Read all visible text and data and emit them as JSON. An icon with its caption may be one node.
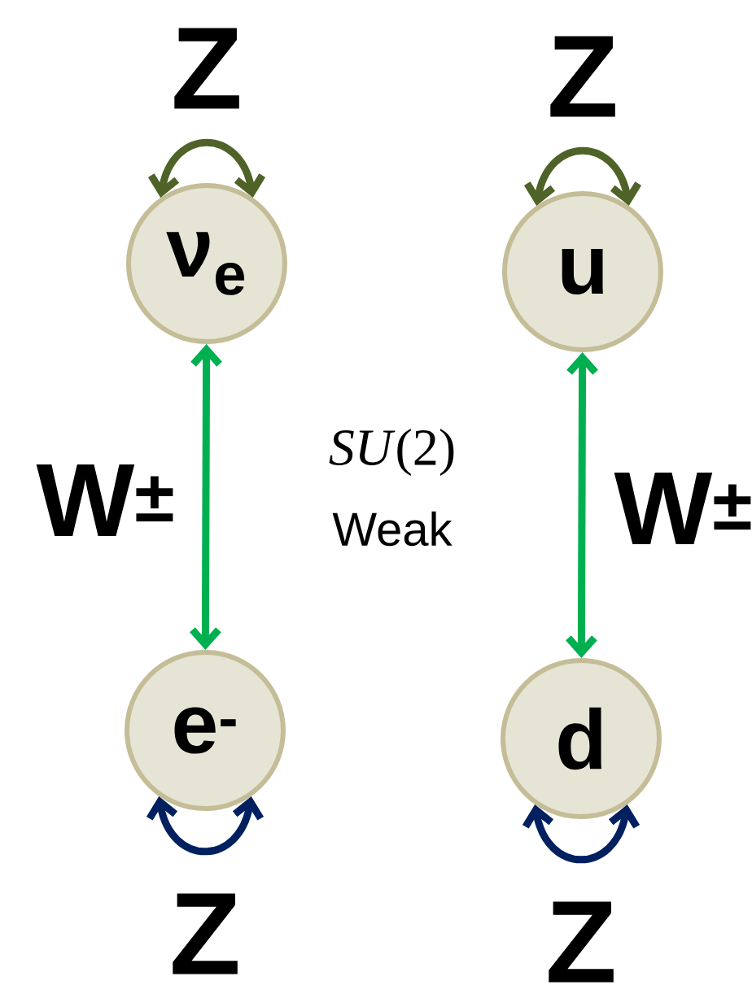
{
  "diagram": {
    "nodes": [
      {
        "text": [
          "ν$_{e}$"
        ]
      },
      {
        "text": [
          "u"
        ]
      },
      {
        "text": [
          "e$^{-}$"
        ]
      },
      {
        "text": [
          "d"
        ]
      }
    ],
    "edges": [
      {
        "from": 0,
        "to": 0,
        "arrow": "both",
        "label": "Z",
        "color": "#4f6228"
      },
      {
        "from": 1,
        "to": 1,
        "arrow": "both",
        "label": "Z",
        "color": "#4f6228"
      },
      {
        "from": 0,
        "to": 2,
        "arrow": "both",
        "label": "W$^{±}$",
        "color": "#00b050"
      },
      {
        "from": 1,
        "to": 3,
        "arrow": "both",
        "label": "W$^{±}$",
        "color": "#00b050"
      },
      {
        "from": 2,
        "to": 2,
        "arrow": "both",
        "label": "Z",
        "color": "#002060"
      },
      {
        "from": 3,
        "to": 3,
        "arrow": "both",
        "label": "Z",
        "color": "#002060"
      }
    ],
    "labels": [
      "*SU*(2)",
      "Weak"
    ]
  }
}
